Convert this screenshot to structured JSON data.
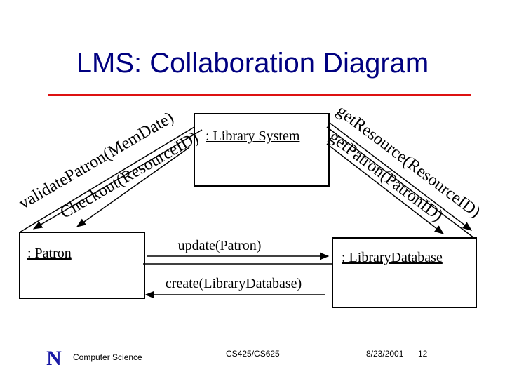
{
  "slide": {
    "title": "LMS: Collaboration Diagram",
    "colors": {
      "title": "#000080",
      "rule": "#dd1111"
    }
  },
  "objects": {
    "library_system": ": Library System",
    "patron": ": Patron",
    "library_database": ": LibraryDatabase"
  },
  "messages": {
    "validate_patron": "validatePatron(MemDate)",
    "checkout": "Checkout(ResourceID)",
    "get_resource": "getResource(ResourceID)",
    "get_patron": "getPatron(PatronID)",
    "update_patron": "update(Patron)",
    "create_library_database": "create(LibraryDatabase)"
  },
  "footer": {
    "logo_letter": "N",
    "department": "Computer Science",
    "course": "CS425/CS625",
    "date": "8/23/2001",
    "page_number": "12"
  }
}
